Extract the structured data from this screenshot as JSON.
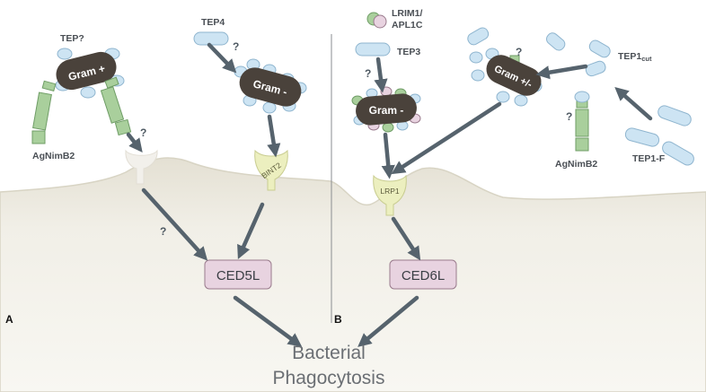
{
  "panels": {
    "left": "A",
    "right": "B"
  },
  "bacteria": {
    "gram_pos": "Gram +",
    "gram_neg_left": "Gram -",
    "gram_neg_right": "Gram -",
    "gram_mixed": "Gram +/-"
  },
  "proteins": {
    "tep_unknown": "TEP?",
    "tep4": "TEP4",
    "tep3": "TEP3",
    "lrim1_line1": "LRIM1/",
    "lrim1_line2": "APL1C",
    "tep1_cut_main": "TEP1",
    "tep1_cut_sub": "cut",
    "tep1_f": "TEP1-F",
    "agnimb2_left": "AgNimB2",
    "agnimb2_right": "AgNimB2"
  },
  "receptors": {
    "bint2": "BINT2",
    "lrp1": "LRP1"
  },
  "nodes": {
    "ced5l": "CED5L",
    "ced6l": "CED6L"
  },
  "outcome": {
    "line1": "Bacterial",
    "line2": "Phagocytosis"
  },
  "unknown_mark": "?",
  "colors": {
    "bacterium": "#4a423b",
    "tep": "#cde4f3",
    "nimrod": "#a9cf9c",
    "node_fill": "#e8d3e0",
    "cell": "#f1efe7",
    "arrow": "#56636d"
  }
}
